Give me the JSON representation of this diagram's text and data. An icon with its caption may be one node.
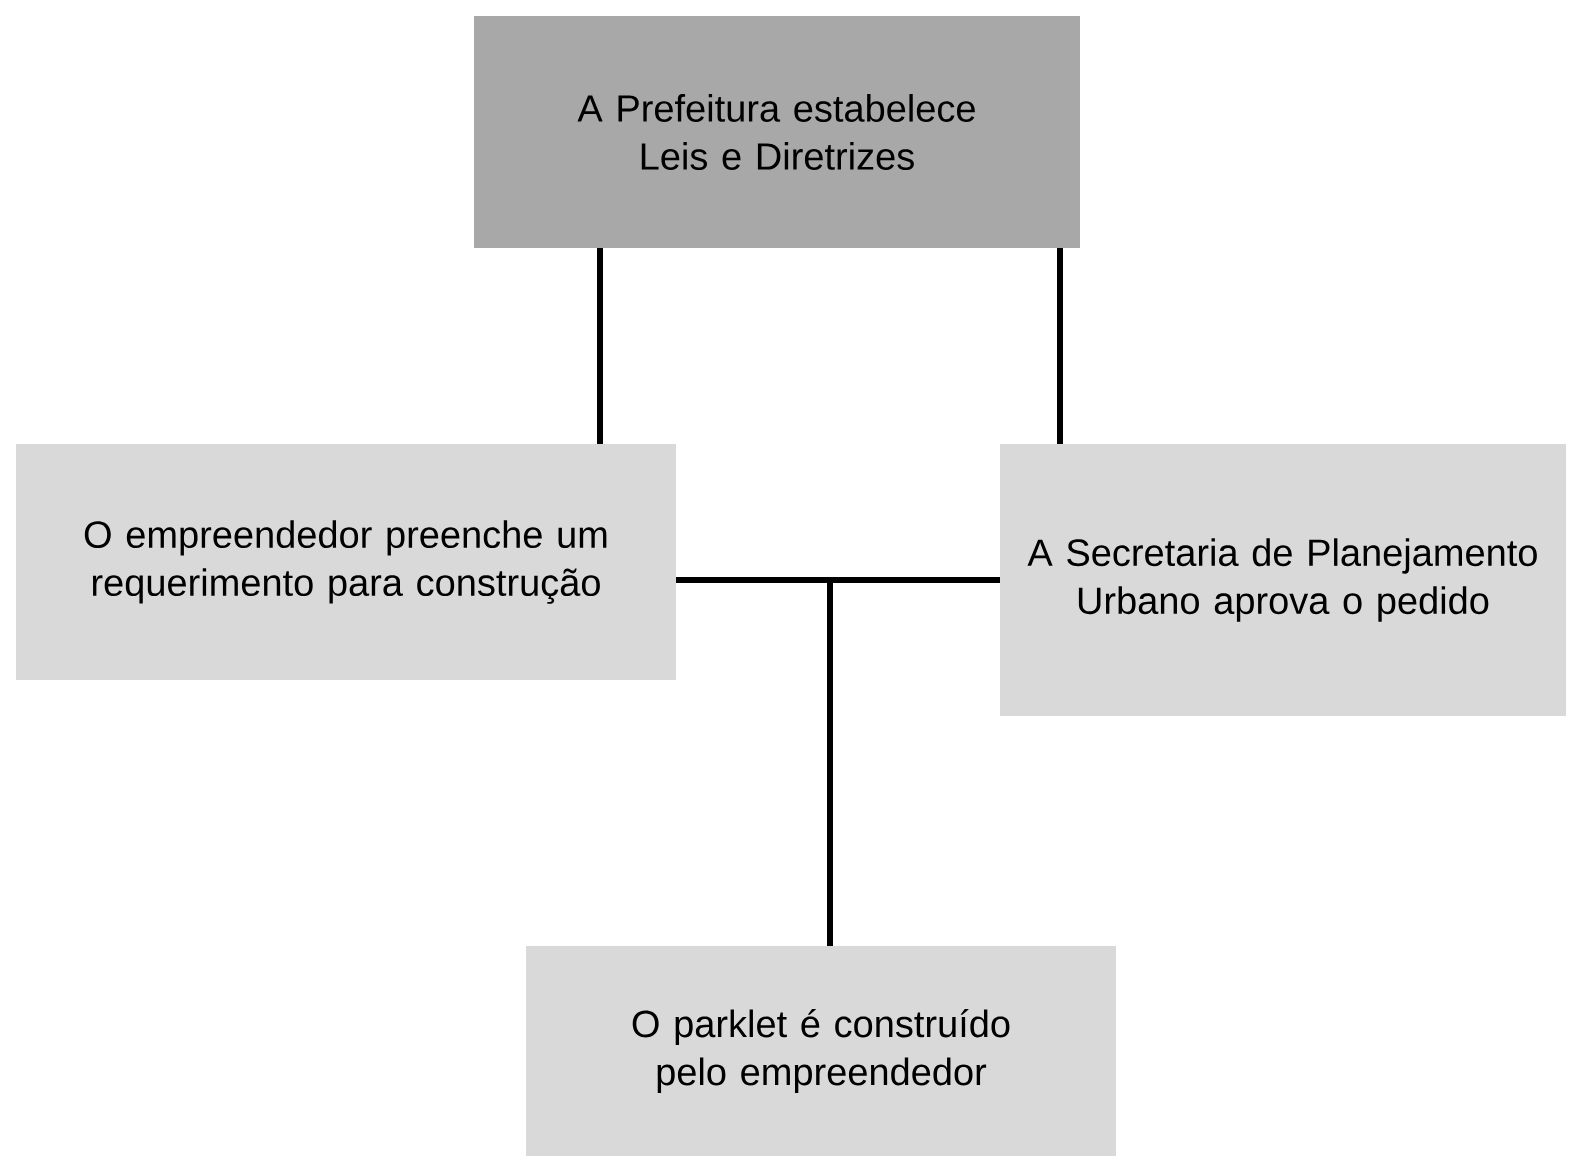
{
  "diagram": {
    "nodes": [
      {
        "text": [
          "A Prefeitura estabelece Leis e Diretrizes"
        ]
      },
      {
        "text": [
          "O empreendedor preenche um requerimento para construção"
        ]
      },
      {
        "text": [
          "A Secretaria de Planejamento Urbano aprova o pedido"
        ]
      },
      {
        "text": [
          "O parklet é construído pelo empreendedor"
        ]
      }
    ],
    "edges": [
      {
        "from": 0,
        "to": 1,
        "arrow": "none"
      },
      {
        "from": 0,
        "to": 2,
        "arrow": "none"
      },
      {
        "from": 1,
        "to": 3,
        "arrow": "none"
      },
      {
        "from": 2,
        "to": 3,
        "arrow": "none"
      }
    ]
  }
}
